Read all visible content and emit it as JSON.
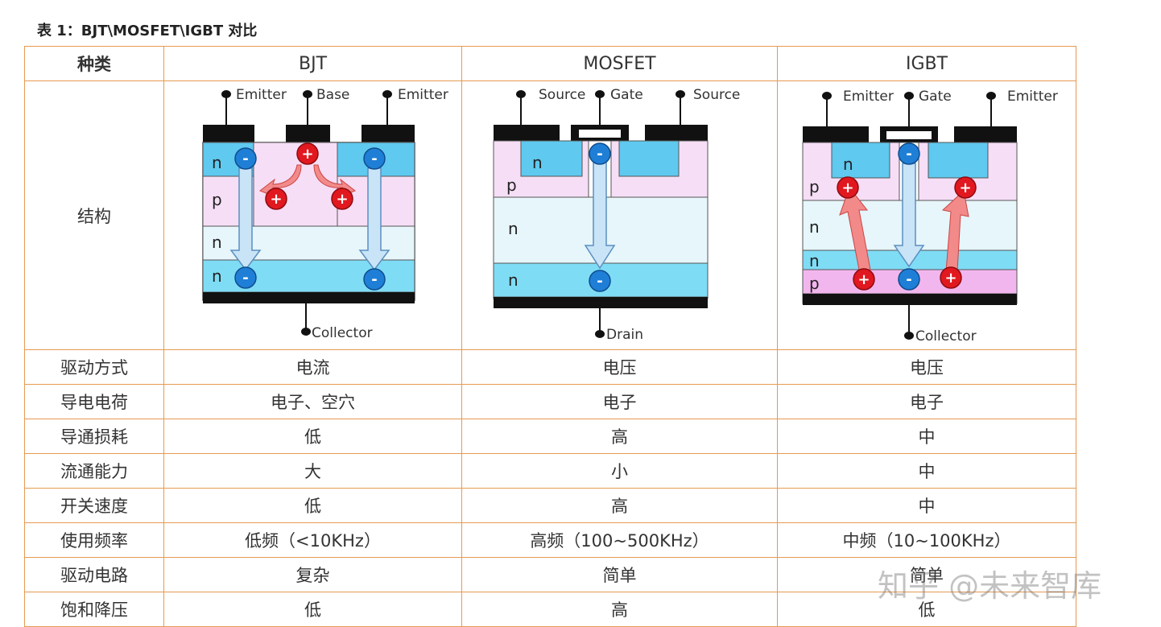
{
  "caption": "表 1：BJT\\MOSFET\\IGBT 对比",
  "header": {
    "type": "种类",
    "bjt": "BJT",
    "mosfet": "MOSFET",
    "igbt": "IGBT"
  },
  "structure_label": "结构",
  "diagrams": {
    "bjt": {
      "t1": "Emitter",
      "t2": "Base",
      "t3": "Emitter",
      "bottom": "Collector",
      "l_n": "n",
      "l_p": "p",
      "l_nminus": "n",
      "l_nplus": "n"
    },
    "mosfet": {
      "t1": "Source",
      "t2": "Gate",
      "t3": "Source",
      "bottom": "Drain",
      "l_n": "n",
      "l_p": "p",
      "l_nminus": "n",
      "l_nplus": "n"
    },
    "igbt": {
      "t1": "Emitter",
      "t2": "Gate",
      "t3": "Emitter",
      "bottom": "Collector",
      "l_n": "n",
      "l_p": "p",
      "l_nminus": "n",
      "l_nplus": "n",
      "l_pplus": "p"
    },
    "sign_minus": "-",
    "sign_plus": "+",
    "colors": {
      "n_region": "#5fc9f0",
      "p_region": "#f6def6",
      "nminus_region": "#e6f6fb",
      "nplus_region": "#7fdcf5",
      "pplus_region": "#f2b6ee",
      "metal": "#111111",
      "electron": "#1f7fd6",
      "hole": "#e1181f",
      "arrow_blue": "#c9e4f7",
      "arrow_red": "#f28a8a"
    }
  },
  "rows": [
    {
      "label": "驱动方式",
      "bjt": "电流",
      "mosfet": "电压",
      "igbt": "电压"
    },
    {
      "label": "导电电荷",
      "bjt": "电子、空穴",
      "mosfet": "电子",
      "igbt": "电子"
    },
    {
      "label": "导通损耗",
      "bjt": "低",
      "mosfet": "高",
      "igbt": "中"
    },
    {
      "label": "流通能力",
      "bjt": "大",
      "mosfet": "小",
      "igbt": "中"
    },
    {
      "label": "开关速度",
      "bjt": "低",
      "mosfet": "高",
      "igbt": "中"
    },
    {
      "label": "使用频率",
      "bjt": "低频（<10KHz）",
      "mosfet": "高频（100~500KHz）",
      "igbt": "中频（10~100KHz）"
    },
    {
      "label": "驱动电路",
      "bjt": "复杂",
      "mosfet": "简单",
      "igbt": "简单"
    },
    {
      "label": "饱和降压",
      "bjt": "低",
      "mosfet": "高",
      "igbt": "低"
    }
  ],
  "watermark": "知乎 @未来智库",
  "colors": {
    "border": "#e69a52",
    "text": "#333333"
  }
}
